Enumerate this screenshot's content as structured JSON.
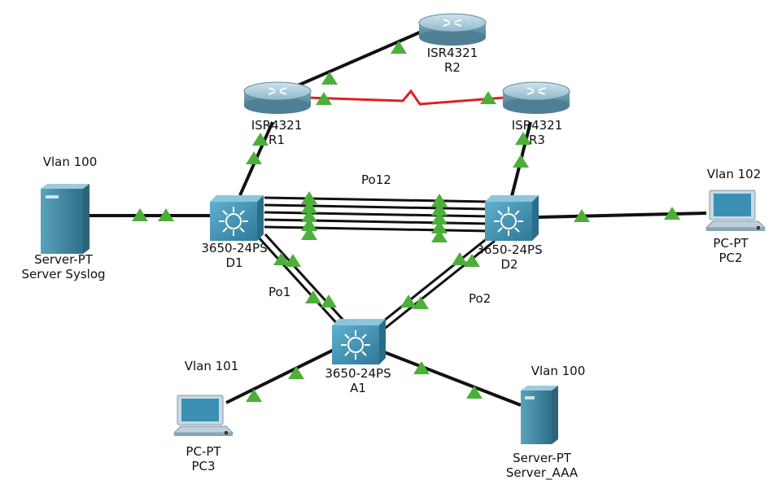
{
  "devices": {
    "r1": {
      "line1": "ISR4321",
      "line2": "R1"
    },
    "r2": {
      "line1": "ISR4321",
      "line2": "R2"
    },
    "r3": {
      "line1": "ISR4321",
      "line2": "R3"
    },
    "d1": {
      "line1": "3650-24PS",
      "line2": "D1"
    },
    "d2": {
      "line1": "3650-24PS",
      "line2": "D2"
    },
    "a1": {
      "line1": "3650-24PS",
      "line2": "A1"
    },
    "syslog": {
      "line1": "Server-PT",
      "line2": "Server Syslog",
      "vlan": "Vlan 100"
    },
    "pc2": {
      "line1": "PC-PT",
      "line2": "PC2",
      "vlan": "Vlan 102"
    },
    "pc3": {
      "line1": "PC-PT",
      "line2": "PC3",
      "vlan": "Vlan 101"
    },
    "aaa": {
      "line1": "Server-PT",
      "line2": "Server_AAA",
      "vlan": "Vlan 100"
    }
  },
  "portchannels": {
    "po12": "Po12",
    "po1": "Po1",
    "po2": "Po2"
  },
  "colors": {
    "link": "#111111",
    "serial_link": "#e02020",
    "port_up": "#4caf3a",
    "router_body": "#6f9fb4",
    "switch_body": "#3e8fb0",
    "server_body": "#3f86a2"
  },
  "icons": {
    "router": "router-icon",
    "switch": "multilayer-switch-icon",
    "server": "server-icon",
    "pc": "pc-icon"
  }
}
